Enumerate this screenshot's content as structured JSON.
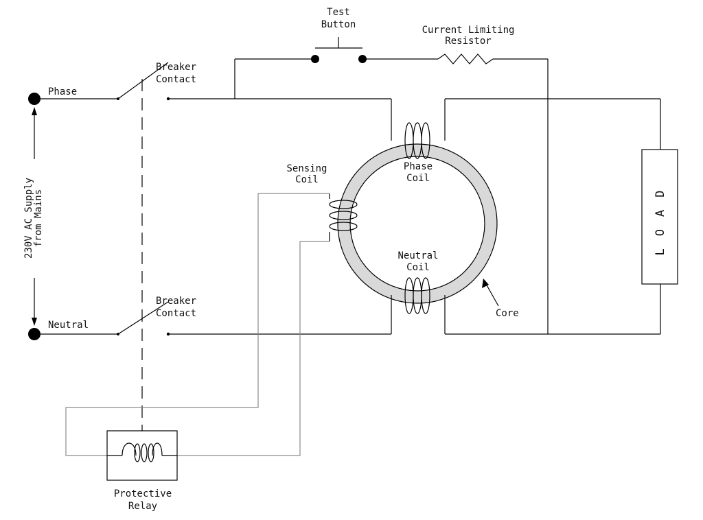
{
  "labels": {
    "phase": "Phase",
    "neutral": "Neutral",
    "supply_line1": "230V AC Supply",
    "supply_line2": "from Mains",
    "breaker_top_line1": "Breaker",
    "breaker_top_line2": "Contact",
    "breaker_bottom_line1": "Breaker",
    "breaker_bottom_line2": "Contact",
    "test_line1": "Test",
    "test_line2": "Button",
    "resistor_line1": "Current Limiting",
    "resistor_line2": "Resistor",
    "sensing_line1": "Sensing",
    "sensing_line2": "Coil",
    "phase_coil_line1": "Phase",
    "phase_coil_line2": "Coil",
    "neutral_coil_line1": "Neutral",
    "neutral_coil_line2": "Coil",
    "core": "Core",
    "load": "LOAD",
    "relay_line1": "Protective",
    "relay_line2": "Relay"
  },
  "colors": {
    "wire": "#000000",
    "core_fill": "#d9d9d9",
    "sense_wire": "#8a8a8a"
  }
}
